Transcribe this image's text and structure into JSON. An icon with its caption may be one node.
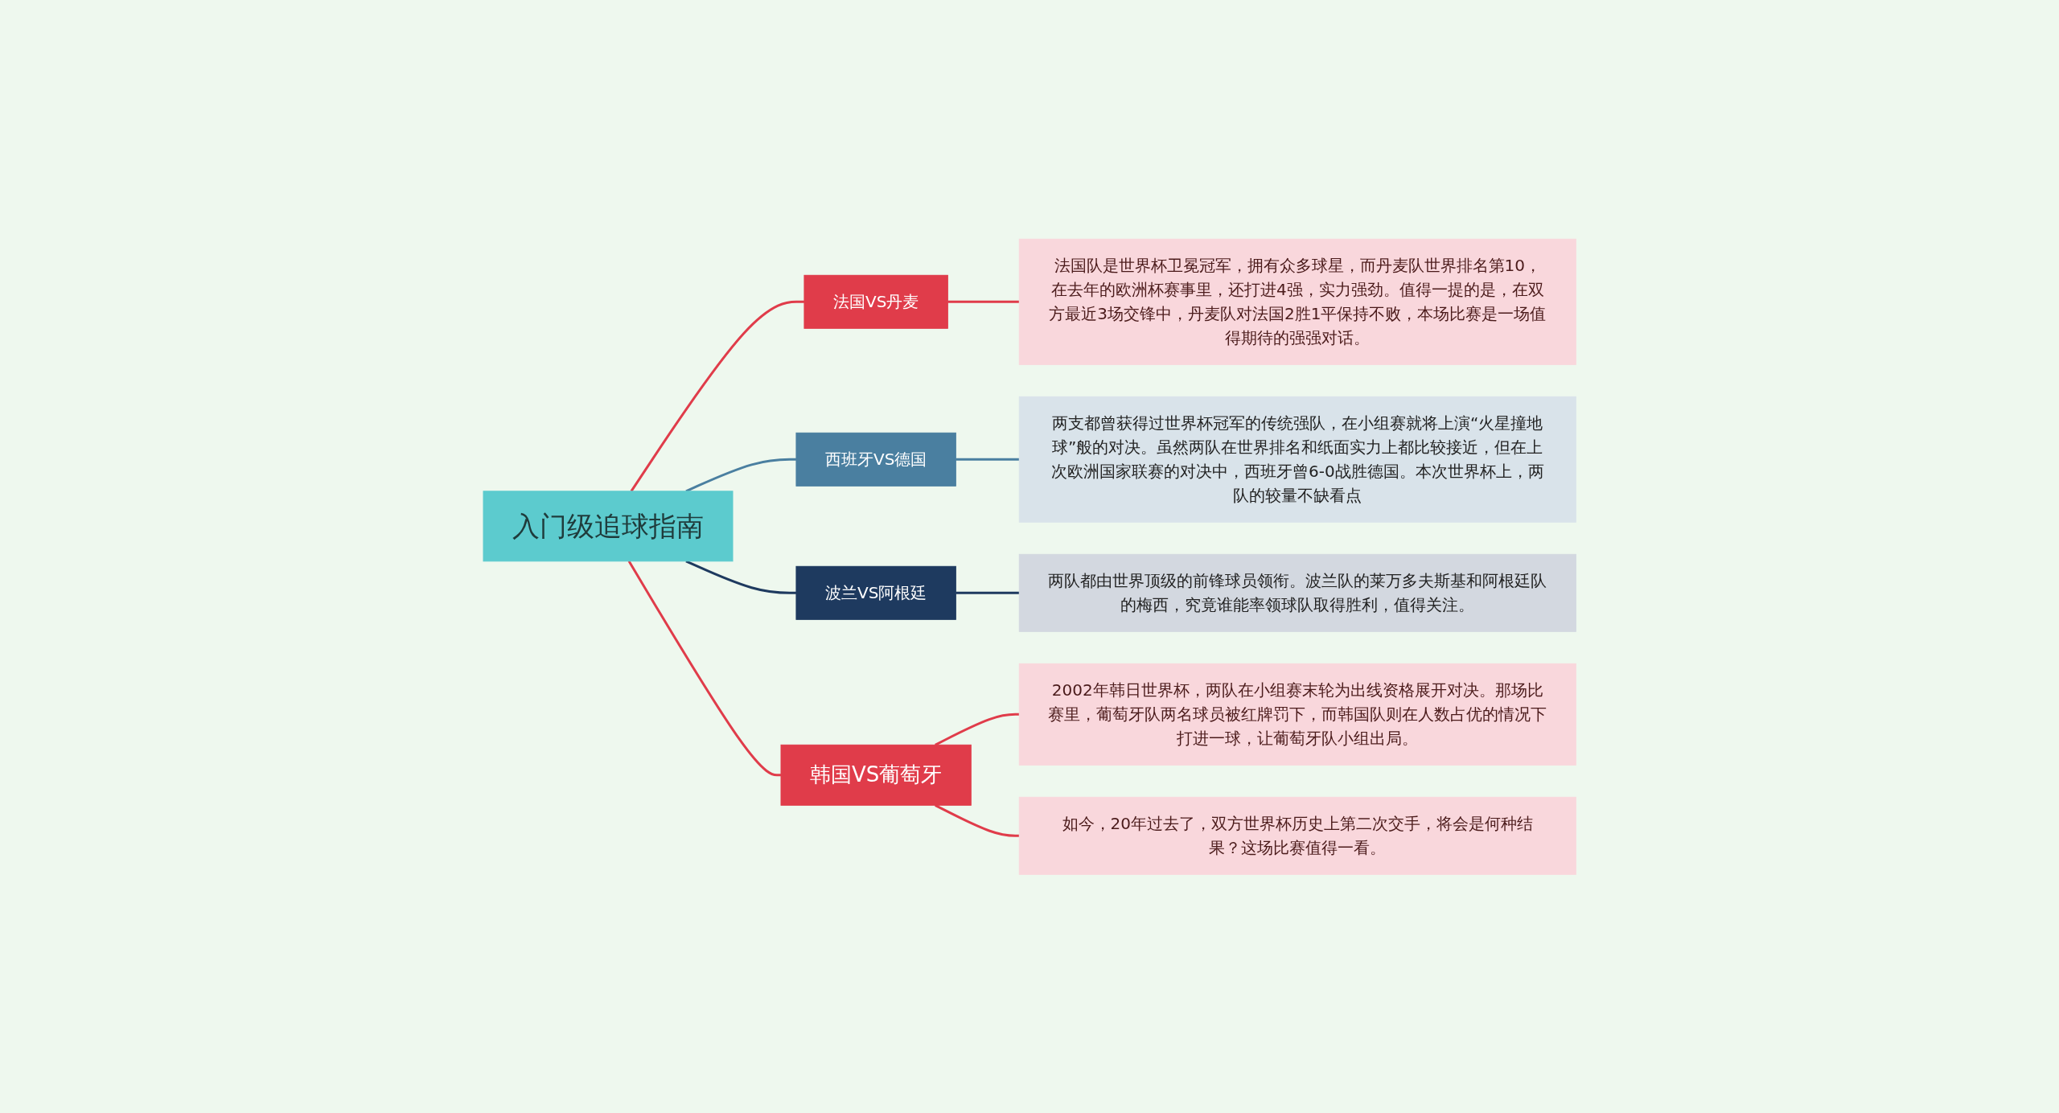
{
  "diagram": {
    "nodes": [
      {
        "text": [
          "入门级追球指南"
        ]
      },
      {
        "text": [
          "法国VS丹麦"
        ]
      },
      {
        "text": [
          "法国队是世界杯卫冕冠军，拥有众多球星，而丹麦队世界排名第10，在去年的欧洲杯赛事里，还打进4强，实力强劲。值得一提的是，在双方最近3场交锋中，丹麦队对法国2胜1平保持不败，本场比赛是一场值得期待的强强对话。"
        ]
      },
      {
        "text": [
          "西班牙VS德国"
        ]
      },
      {
        "text": [
          "两支都曾获得过世界杯冠军的传统强队，在小组赛就将上演“火星撞地球”般的对决。虽然两队在世界排名和纸面实力上都比较接近，但在上次欧洲国家联赛的对决中，西班牙曾6-0战胜德国。本次世界杯上，两队的较量不缺看点"
        ]
      },
      {
        "text": [
          "波兰VS阿根廷"
        ]
      },
      {
        "text": [
          "两队都由世界顶级的前锋球员领衔。波兰队的莱万多夫斯基和阿根廷队的梅西，究竟谁能率领球队取得胜利，值得关注。"
        ]
      },
      {
        "text": [
          "韩国VS葡萄牙"
        ]
      },
      {
        "text": [
          "2002年韩日世界杯，两队在小组赛末轮为出线资格展开对决。那场比赛里，葡萄牙队两名球员被红牌罚下，而韩国队则在人数占优的情况下打进一球，让葡萄牙队小组出局。"
        ]
      },
      {
        "text": [
          "如今，20年过去了，双方世界杯历史上第二次交手，将会是何种结果？这场比赛值得一看。"
        ]
      }
    ],
    "edges": [
      {
        "from": 0,
        "to": 1,
        "arrow": "none"
      },
      {
        "from": 1,
        "to": 2,
        "arrow": "none"
      },
      {
        "from": 0,
        "to": 3,
        "arrow": "none",
        "color": "#4a7fa0"
      },
      {
        "from": 3,
        "to": 4,
        "arrow": "none",
        "color": "#4a7fa0"
      },
      {
        "from": 0,
        "to": 5,
        "arrow": "none",
        "color": "#1e3a5f"
      },
      {
        "from": 5,
        "to": 6,
        "arrow": "none",
        "color": "#1e3a5f"
      },
      {
        "from": 0,
        "to": 7,
        "arrow": "none"
      },
      {
        "from": 7,
        "to": 8,
        "arrow": "none"
      },
      {
        "from": 7,
        "to": 9,
        "arrow": "none"
      }
    ]
  }
}
